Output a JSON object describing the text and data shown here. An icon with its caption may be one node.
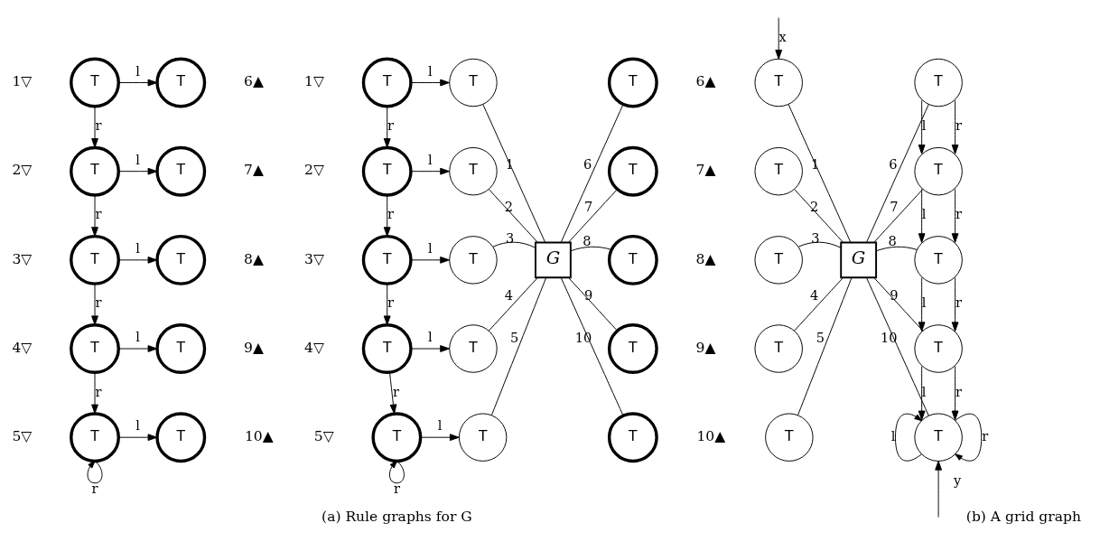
{
  "diagram": {
    "nodes": [
      {
        "text": [
          "T"
        ],
        "beside": [
          "1▽"
        ]
      },
      {
        "text": [
          "T"
        ],
        "beside": [
          "2▽"
        ]
      },
      {
        "text": [
          "T"
        ],
        "beside": [
          "3▽"
        ]
      },
      {
        "text": [
          "T"
        ],
        "beside": [
          "4▽"
        ]
      },
      {
        "text": [
          "T"
        ],
        "beside": [
          "5▽"
        ]
      },
      {
        "text": [
          "T"
        ],
        "beside": [
          "6▲"
        ]
      },
      {
        "text": [
          "T"
        ],
        "beside": [
          "7▲"
        ]
      },
      {
        "text": [
          "T"
        ],
        "beside": [
          "8▲"
        ]
      },
      {
        "text": [
          "T"
        ],
        "beside": [
          "9▲"
        ]
      },
      {
        "text": [
          "T"
        ],
        "beside": [
          "10▲"
        ]
      },
      {
        "text": [
          "T"
        ],
        "beside": [
          "1▽"
        ]
      },
      {
        "text": [
          "T"
        ],
        "beside": [
          "2▽"
        ]
      },
      {
        "text": [
          "T"
        ],
        "beside": [
          "3▽"
        ]
      },
      {
        "text": [
          "T"
        ],
        "beside": [
          "4▽"
        ]
      },
      {
        "text": [
          "T"
        ],
        "beside": [
          "5▽"
        ]
      },
      {
        "text": [
          "T"
        ]
      },
      {
        "text": [
          "T"
        ]
      },
      {
        "text": [
          "T"
        ]
      },
      {
        "text": [
          "T"
        ]
      },
      {
        "text": [
          "T"
        ]
      },
      {
        "text": [
          "G"
        ]
      },
      {
        "text": [
          "T"
        ],
        "beside": [
          "6▲"
        ]
      },
      {
        "text": [
          "T"
        ],
        "beside": [
          "7▲"
        ]
      },
      {
        "text": [
          "T"
        ],
        "beside": [
          "8▲"
        ]
      },
      {
        "text": [
          "T"
        ],
        "beside": [
          "9▲"
        ]
      },
      {
        "text": [
          "T"
        ],
        "beside": [
          "10▲"
        ]
      },
      {
        "text": [
          "T"
        ]
      },
      {
        "text": [
          "T"
        ]
      },
      {
        "text": [
          "T"
        ]
      },
      {
        "text": [
          "T"
        ]
      },
      {
        "text": [
          "T"
        ]
      },
      {
        "text": [
          "G"
        ]
      },
      {
        "text": [
          "T"
        ]
      },
      {
        "text": [
          "T"
        ]
      },
      {
        "text": [
          "T"
        ]
      },
      {
        "text": [
          "T"
        ]
      },
      {
        "text": [
          "T"
        ]
      }
    ],
    "edges": [
      {
        "from": 0,
        "to": 5,
        "arrow": "to",
        "label": "l"
      },
      {
        "from": 0,
        "to": 1,
        "arrow": "to",
        "label": "r"
      },
      {
        "from": 1,
        "to": 6,
        "arrow": "to",
        "label": "l"
      },
      {
        "from": 1,
        "to": 2,
        "arrow": "to",
        "label": "r"
      },
      {
        "from": 2,
        "to": 7,
        "arrow": "to",
        "label": "l"
      },
      {
        "from": 2,
        "to": 3,
        "arrow": "to",
        "label": "r"
      },
      {
        "from": 3,
        "to": 8,
        "arrow": "to",
        "label": "l"
      },
      {
        "from": 3,
        "to": 4,
        "arrow": "to",
        "label": "r"
      },
      {
        "from": 4,
        "to": 9,
        "arrow": "to",
        "label": "l"
      },
      {
        "from": 4,
        "to": 4,
        "arrow": "to",
        "label": "r"
      },
      {
        "from": 10,
        "to": 15,
        "arrow": "to",
        "label": "l"
      },
      {
        "from": 10,
        "to": 11,
        "arrow": "to",
        "label": "r"
      },
      {
        "from": 11,
        "to": 16,
        "arrow": "to",
        "label": "l"
      },
      {
        "from": 11,
        "to": 12,
        "arrow": "to",
        "label": "r"
      },
      {
        "from": 12,
        "to": 17,
        "arrow": "to",
        "label": "l"
      },
      {
        "from": 12,
        "to": 13,
        "arrow": "to",
        "label": "r"
      },
      {
        "from": 13,
        "to": 18,
        "arrow": "to",
        "label": "l"
      },
      {
        "from": 13,
        "to": 14,
        "arrow": "to",
        "label": "r"
      },
      {
        "from": 14,
        "to": 19,
        "arrow": "to",
        "label": "l"
      },
      {
        "from": 14,
        "to": 14,
        "arrow": "to",
        "label": "r"
      },
      {
        "from": 15,
        "to": 20,
        "arrow": "none",
        "label": "1"
      },
      {
        "from": 16,
        "to": 20,
        "arrow": "none",
        "label": "2"
      },
      {
        "from": 17,
        "to": 20,
        "arrow": "none",
        "label": "3"
      },
      {
        "from": 18,
        "to": 20,
        "arrow": "none",
        "label": "4"
      },
      {
        "from": 19,
        "to": 20,
        "arrow": "none",
        "label": "5"
      },
      {
        "from": 20,
        "to": 21,
        "arrow": "none",
        "label": "6"
      },
      {
        "from": 20,
        "to": 22,
        "arrow": "none",
        "label": "7"
      },
      {
        "from": 20,
        "to": 23,
        "arrow": "none",
        "label": "8"
      },
      {
        "from": 20,
        "to": 24,
        "arrow": "none",
        "label": "9"
      },
      {
        "from": 20,
        "to": 25,
        "arrow": "none",
        "label": "10"
      },
      {
        "from": null,
        "to": 26,
        "arrow": "to",
        "label": "x"
      },
      {
        "from": 26,
        "to": 31,
        "arrow": "none",
        "label": "1"
      },
      {
        "from": 27,
        "to": 31,
        "arrow": "none",
        "label": "2"
      },
      {
        "from": 28,
        "to": 31,
        "arrow": "none",
        "label": "3"
      },
      {
        "from": 29,
        "to": 31,
        "arrow": "none",
        "label": "4"
      },
      {
        "from": 30,
        "to": 31,
        "arrow": "none",
        "label": "5"
      },
      {
        "from": 31,
        "to": 32,
        "arrow": "none",
        "label": "6"
      },
      {
        "from": 31,
        "to": 33,
        "arrow": "none",
        "label": "7"
      },
      {
        "from": 31,
        "to": 34,
        "arrow": "none",
        "label": "8"
      },
      {
        "from": 31,
        "to": 35,
        "arrow": "none",
        "label": "9"
      },
      {
        "from": 31,
        "to": 36,
        "arrow": "none",
        "label": "10"
      },
      {
        "from": 32,
        "to": 33,
        "arrow": "to",
        "label": "l"
      },
      {
        "from": 32,
        "to": 33,
        "arrow": "to",
        "label": "r"
      },
      {
        "from": 33,
        "to": 34,
        "arrow": "to",
        "label": "l"
      },
      {
        "from": 33,
        "to": 34,
        "arrow": "to",
        "label": "r"
      },
      {
        "from": 34,
        "to": 35,
        "arrow": "to",
        "label": "l"
      },
      {
        "from": 34,
        "to": 35,
        "arrow": "to",
        "label": "r"
      },
      {
        "from": 35,
        "to": 36,
        "arrow": "to",
        "label": "l"
      },
      {
        "from": 35,
        "to": 36,
        "arrow": "to",
        "label": "r"
      },
      {
        "from": 36,
        "to": 36,
        "arrow": "to",
        "label": "l"
      },
      {
        "from": 36,
        "to": 36,
        "arrow": "to",
        "label": "r"
      },
      {
        "from": null,
        "to": 36,
        "arrow": "to",
        "label": "y"
      }
    ],
    "labels": [
      "(a) Rule graphs for G",
      "(b) A grid graph"
    ]
  }
}
